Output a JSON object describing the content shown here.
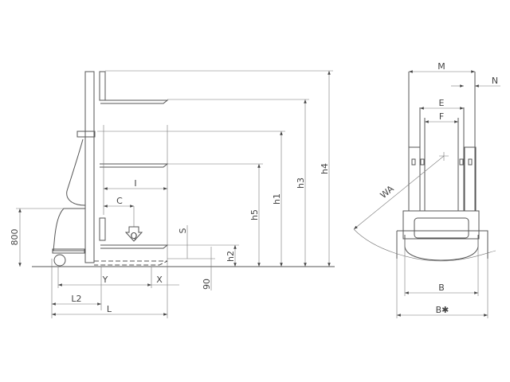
{
  "side_view": {
    "heights": {
      "h4": "h4",
      "h3": "h3",
      "h1": "h1",
      "h5": "h5",
      "h2": "h2",
      "s": "S",
      "h800": "800",
      "h90": "90"
    },
    "lengths": {
      "y": "Y",
      "x": "X",
      "l2": "L2",
      "l": "L",
      "i": "I",
      "c": "C"
    },
    "load": "Q"
  },
  "front_view": {
    "m": "M",
    "n": "N",
    "e": "E",
    "f": "F",
    "wa": "WA",
    "b": "B",
    "b_star": "B✱"
  }
}
